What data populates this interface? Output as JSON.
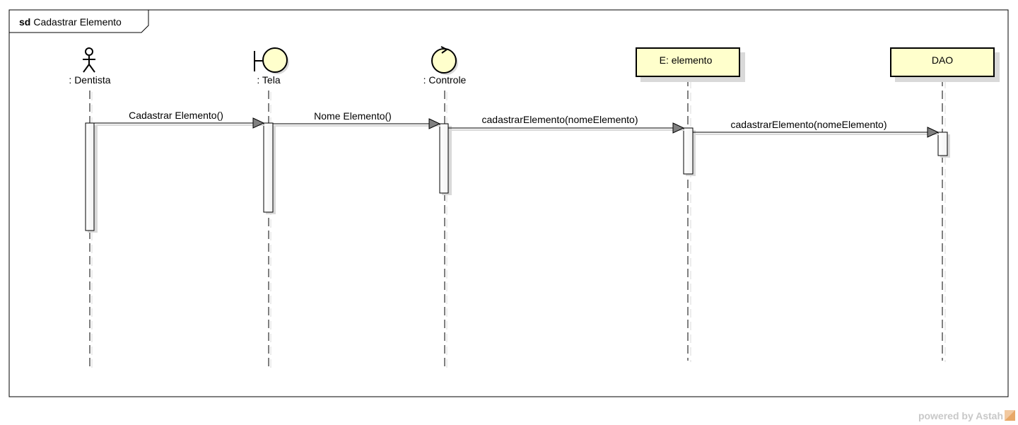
{
  "frame": {
    "keyword": "sd",
    "title": "Cadastrar Elemento"
  },
  "colors": {
    "participant_fill": "#ffffcc",
    "shadow": "#d9d9d9",
    "arrow_head": "#808080",
    "watermark": "#c8c8c8"
  },
  "participants": [
    {
      "id": "dentista",
      "kind": "actor",
      "label": ": Dentista"
    },
    {
      "id": "tela",
      "kind": "boundary",
      "label": ": Tela"
    },
    {
      "id": "controle",
      "kind": "control",
      "label": ": Controle"
    },
    {
      "id": "elemento",
      "kind": "entity-box",
      "label": "E: elemento"
    },
    {
      "id": "dao",
      "kind": "entity-box",
      "label": "DAO"
    }
  ],
  "messages": [
    {
      "from": "dentista",
      "to": "tela",
      "label": "Cadastrar Elemento()"
    },
    {
      "from": "tela",
      "to": "controle",
      "label": "Nome Elemento()"
    },
    {
      "from": "controle",
      "to": "elemento",
      "label": "cadastrarElemento(nomeElemento)"
    },
    {
      "from": "elemento",
      "to": "dao",
      "label": "cadastrarElemento(nomeElemento)"
    }
  ],
  "watermark": {
    "text": "powered by Astah",
    "icon": "astah-logo-icon"
  }
}
